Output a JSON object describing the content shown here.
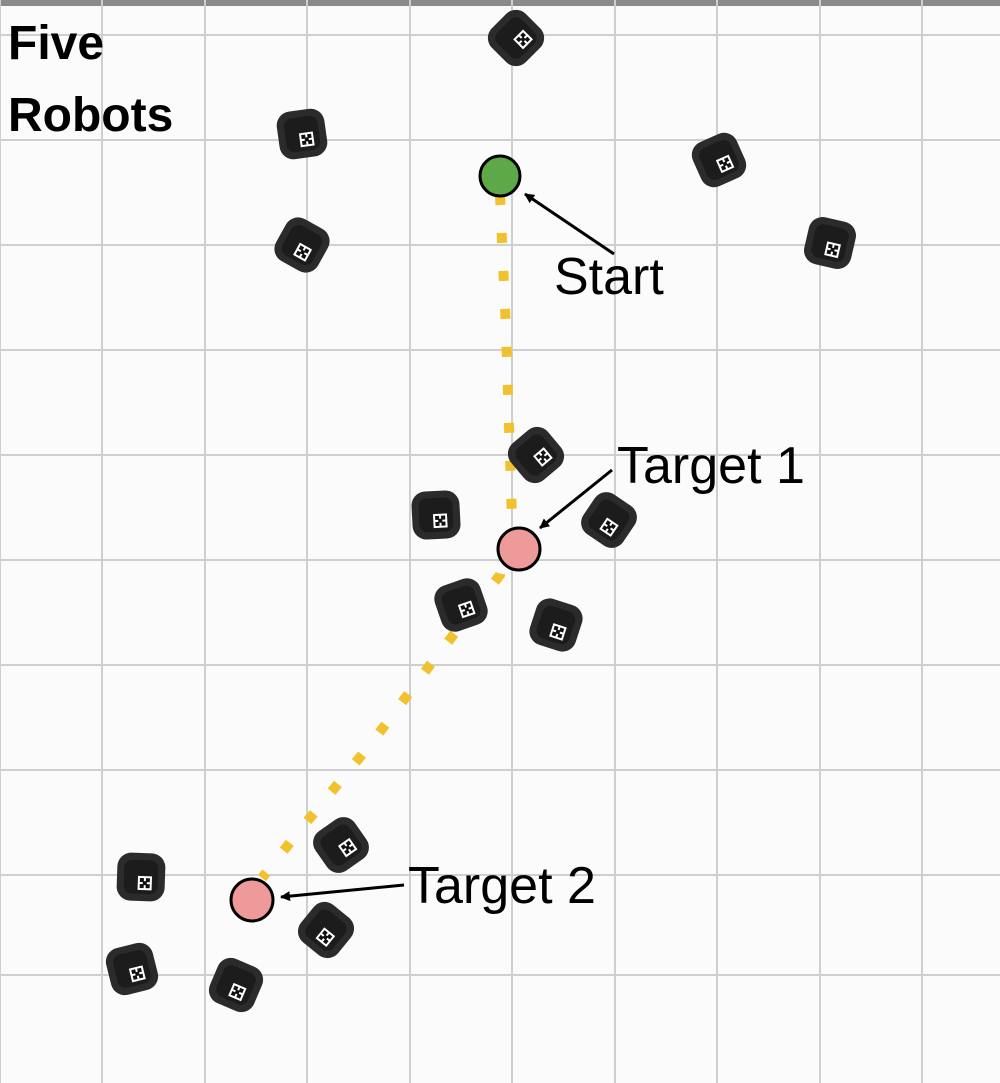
{
  "title": {
    "line1": "Five",
    "line2": "Robots"
  },
  "labels": {
    "start": "Start",
    "target1": "Target 1",
    "target2": "Target 2"
  },
  "colors": {
    "background": "#fbfbfb",
    "grid": "#cfcfcf",
    "path": "#f2c12e",
    "start_marker": "#5fa84a",
    "target_marker": "#ef9a9a",
    "robot": "#2b2b2b",
    "arrow": "#000000"
  },
  "elements": {
    "start_marker": "start-marker",
    "target_markers": [
      "target-1-marker",
      "target-2-marker"
    ],
    "robot_icon": "robot-icon",
    "robot_count_per_group": 5
  }
}
